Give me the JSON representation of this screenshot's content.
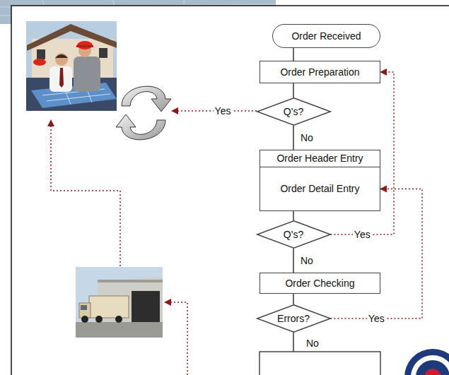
{
  "diagram": {
    "nodes": [
      {
        "text": [
          "Order Received"
        ]
      },
      {
        "text": [
          "Order Preparation"
        ]
      },
      {
        "text": [
          "Q's?"
        ]
      },
      {
        "text": [
          "Order Header Entry"
        ]
      },
      {
        "text": [
          "Order Detail Entry"
        ]
      },
      {
        "text": [
          "Q's?"
        ]
      },
      {
        "text": [
          "Order Checking"
        ]
      },
      {
        "text": [
          "Errors?"
        ]
      }
    ],
    "edges": [
      {
        "from": 0,
        "to": 1,
        "arrow": "none"
      },
      {
        "from": 1,
        "to": 2,
        "arrow": "none"
      },
      {
        "from": 2,
        "to": 3,
        "label": "No",
        "arrow": "none"
      },
      {
        "from": 4,
        "to": 5,
        "arrow": "none"
      },
      {
        "from": 5,
        "to": 6,
        "label": "No",
        "arrow": "none"
      },
      {
        "from": 6,
        "to": 7,
        "arrow": "none"
      },
      {
        "from": 5,
        "to": 1,
        "label": "Yes",
        "arrow": "to"
      },
      {
        "from": 7,
        "to": 4,
        "label": "Yes",
        "arrow": "to"
      }
    ],
    "labels": [
      "Yes",
      "No"
    ]
  }
}
